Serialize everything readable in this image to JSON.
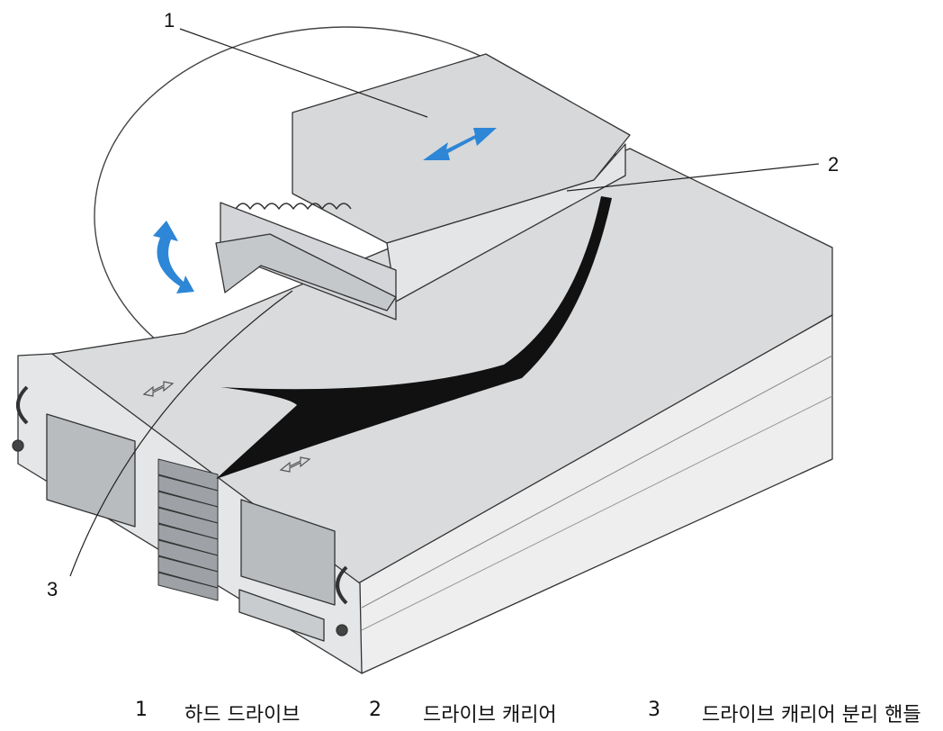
{
  "callouts": [
    {
      "number": "1",
      "label": "하드 드라이브"
    },
    {
      "number": "2",
      "label": "드라이브 캐리어"
    },
    {
      "number": "3",
      "label": "드라이브 캐리어 분리 핸들"
    }
  ],
  "colors": {
    "arrow_blue": "#2d86d6",
    "line": "#222222",
    "panel_gray": "#b9bcbf",
    "top_gray": "#d9dbdd"
  }
}
